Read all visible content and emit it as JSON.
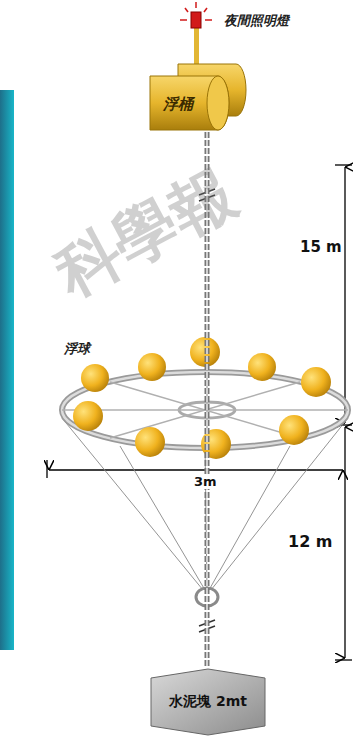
{
  "diagram": {
    "nodes": [
      {
        "text": [
          "浮桶"
        ]
      },
      {
        "text": [
          "水泥塊 2mt"
        ]
      }
    ],
    "edges": [
      {
        "from": 0,
        "to": 1,
        "arrow": "none"
      }
    ],
    "labels": [
      "夜間照明燈",
      "15 m",
      "浮球",
      "3m",
      "12 m",
      "科學報"
    ]
  }
}
